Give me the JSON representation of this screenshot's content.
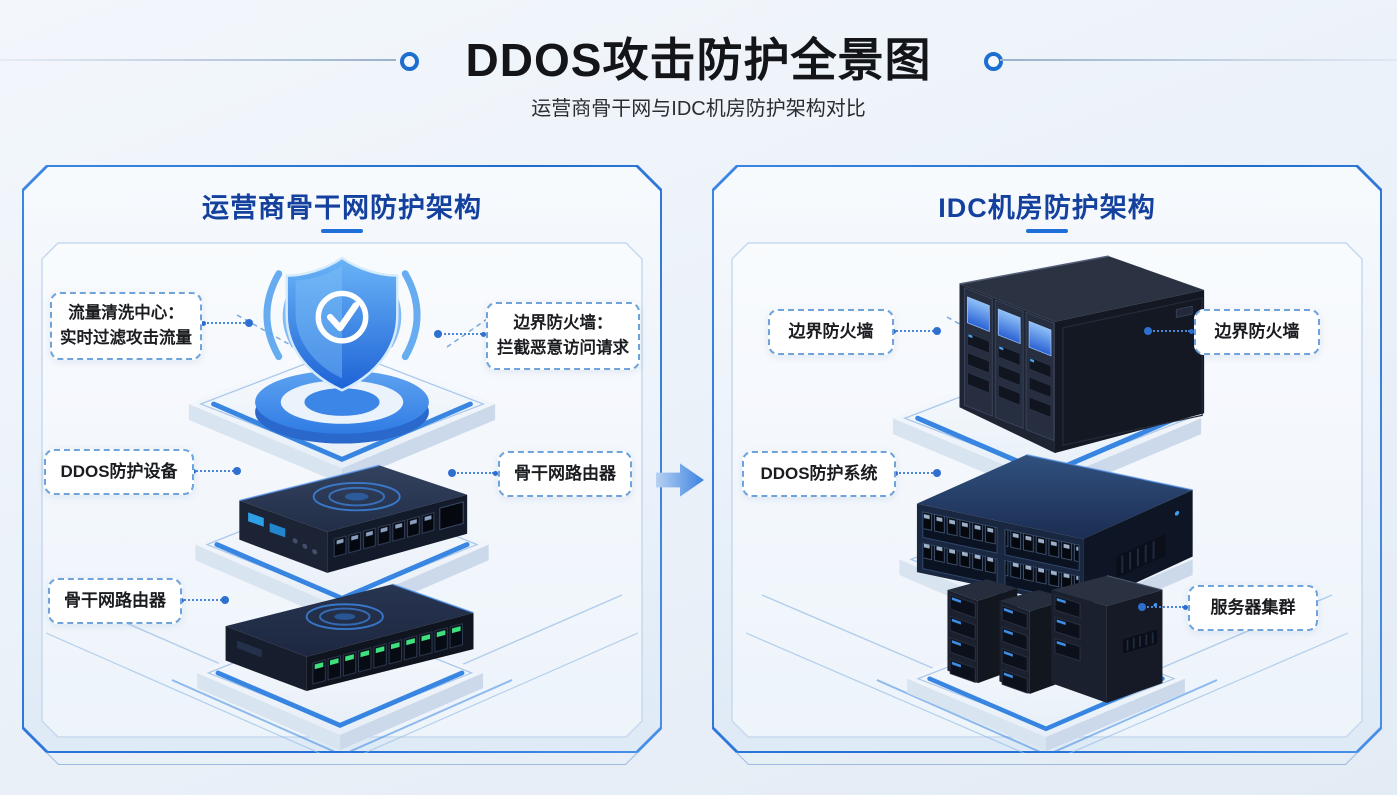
{
  "page": {
    "title": "DDOS攻击防护全景图",
    "subtitle": "运营商骨干网与IDC机房防护架构对比"
  },
  "left_panel": {
    "title": "运营商骨干网防护架构",
    "labels": {
      "cleaning_line1": "流量清洗中心：",
      "cleaning_line2": "实时过滤攻击流量",
      "firewall_line1": "边界防火墙：",
      "firewall_line2": "拦截恶意访问请求",
      "ddos_device": "DDOS防护设备",
      "backbone_router_mid": "骨干网路由器",
      "backbone_router_bottom": "骨干网路由器"
    }
  },
  "right_panel": {
    "title": "IDC机房防护架构",
    "labels": {
      "firewall_left": "边界防火墙",
      "firewall_right": "边界防火墙",
      "ddos_system": "DDOS防护系统",
      "server_cluster": "服务器集群"
    }
  },
  "icons": {
    "left_top": "shield-check-illustration",
    "left_middle": "ddos-appliance-illustration",
    "left_bottom": "backbone-switch-illustration",
    "right_top": "firewall-rack-illustration",
    "right_middle": "ddos-rack-illustration",
    "right_bottom": "server-cluster-illustration",
    "between": "flow-arrow"
  },
  "colors": {
    "accent_blue": "#2b7de0",
    "panel_header_text": "#14419e",
    "title_text": "#141519",
    "label_border": "#6fa3dc",
    "platform_rim": "#2e7fe0",
    "shield_top": "#6ab4f7",
    "shield_bottom": "#1e63d6",
    "port_green": "#3fe07e"
  }
}
